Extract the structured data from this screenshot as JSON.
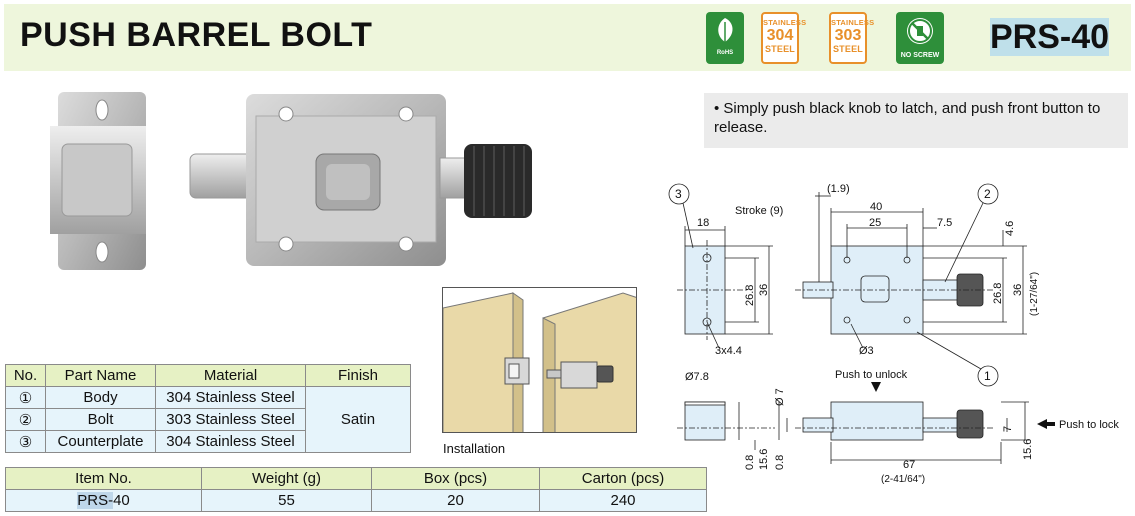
{
  "header": {
    "title": "PUSH BARREL BOLT",
    "model": "PRS-40",
    "badges": {
      "rohs": "RoHS",
      "stainless_304_top": "STAINLESS",
      "stainless_304_num": "304",
      "stainless_304_bottom": "STEEL",
      "stainless_303_top": "STAINLESS",
      "stainless_303_num": "303",
      "stainless_303_bottom": "STEEL",
      "no_screw": "NO SCREW"
    }
  },
  "bullet": "• Simply push black knob to latch, and push front button to release.",
  "installation_label": "Installation",
  "parts_table": {
    "headers": [
      "No.",
      "Part Name",
      "Material",
      "Finish"
    ],
    "rows": [
      {
        "no": "①",
        "part": "Body",
        "material": "304 Stainless Steel"
      },
      {
        "no": "②",
        "part": "Bolt",
        "material": "303 Stainless Steel"
      },
      {
        "no": "③",
        "part": "Counterplate",
        "material": "304 Stainless Steel"
      }
    ],
    "finish": "Satin"
  },
  "item_table": {
    "headers": [
      "Item No.",
      "Weight (g)",
      "Box (pcs)",
      "Carton (pcs)"
    ],
    "row": {
      "item_hl": "PRS-",
      "item_rest": "40",
      "weight": "55",
      "box": "20",
      "carton": "240"
    }
  },
  "drawing": {
    "callout_3": "3",
    "callout_2": "2",
    "callout_1": "1",
    "stroke": "Stroke (9)",
    "d_1_9": "(1.9)",
    "d_40": "40",
    "d_25": "25",
    "d_7_5": "7.5",
    "d_4_6": "4.6",
    "d_18": "18",
    "d_26_8_left": "26.8",
    "d_36_left": "36",
    "d_26_8_right": "26.8",
    "d_36_right": "36",
    "d_36_inch": "(1-27/64\")",
    "d_3x4_4": "3x4.4",
    "d_phi3": "Ø3",
    "d_phi7_8": "Ø7.8",
    "d_phi7": "Ø 7",
    "push_unlock": "Push to unlock",
    "push_lock": "Push to lock",
    "d_0_8_a": "0.8",
    "d_15_6_a": "15.6",
    "d_0_8_b": "0.8",
    "d_7": "7",
    "d_15_6_b": "15.6",
    "d_67": "67",
    "d_67_inch": "(2-41/64\")"
  }
}
